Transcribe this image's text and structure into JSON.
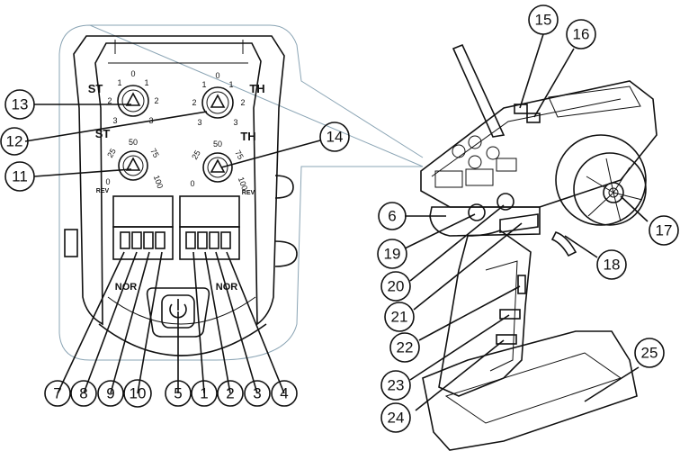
{
  "callouts": [
    "1",
    "2",
    "3",
    "4",
    "5",
    "6",
    "7",
    "8",
    "9",
    "10",
    "11",
    "12",
    "13",
    "14",
    "15",
    "16",
    "17",
    "18",
    "19",
    "20",
    "21",
    "22",
    "23",
    "24",
    "25"
  ],
  "dials": {
    "st_label": "ST",
    "th_label": "TH",
    "trim_scale": [
      "3",
      "2",
      "1",
      "0",
      "1",
      "2",
      "3"
    ],
    "epa_scale": [
      "0",
      "25",
      "50",
      "75",
      "100"
    ],
    "rev_label": "REV"
  },
  "switches": {
    "nor_label": "NOR"
  },
  "colors": {
    "ink": "#111111",
    "callout_frame": "#8aa4b4",
    "background": "#ffffff"
  }
}
